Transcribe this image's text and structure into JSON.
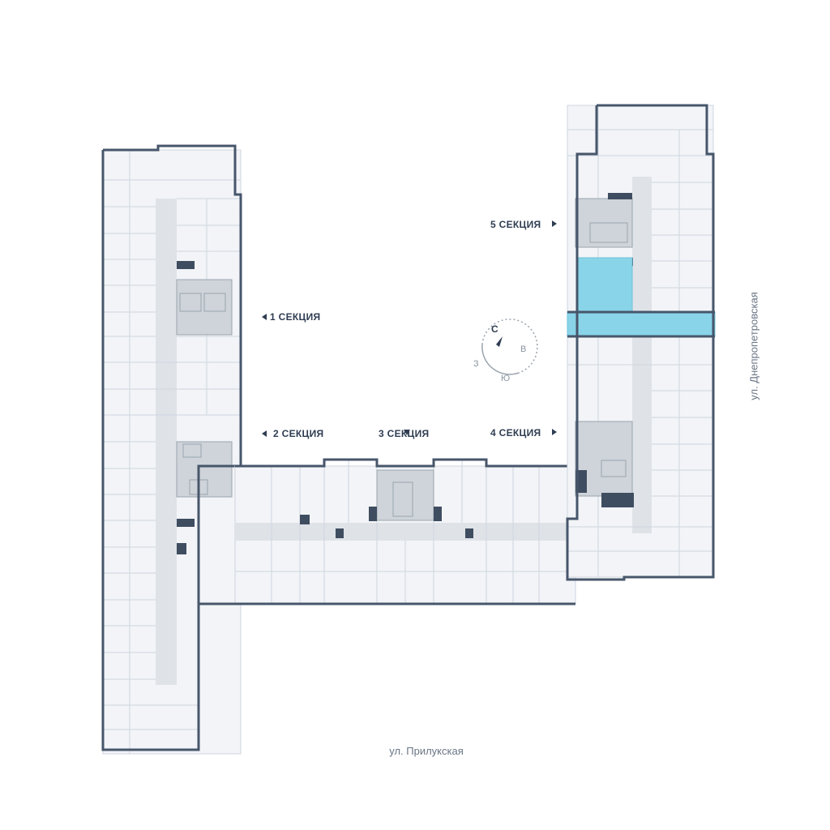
{
  "sections": {
    "s1": "1 СЕКЦИЯ",
    "s2": "2 СЕКЦИЯ",
    "s3": "3 СЕКЦИЯ",
    "s4": "4 СЕКЦИЯ",
    "s5": "5 СЕКЦИЯ"
  },
  "streets": {
    "east": "ул. Днепропетровская",
    "south": "ул. Прилукская"
  },
  "compass": {
    "north": "С",
    "east": "В",
    "south": "Ю",
    "west": "З"
  },
  "colors": {
    "highlight": "#89d4e8",
    "wall": "#47566b"
  }
}
